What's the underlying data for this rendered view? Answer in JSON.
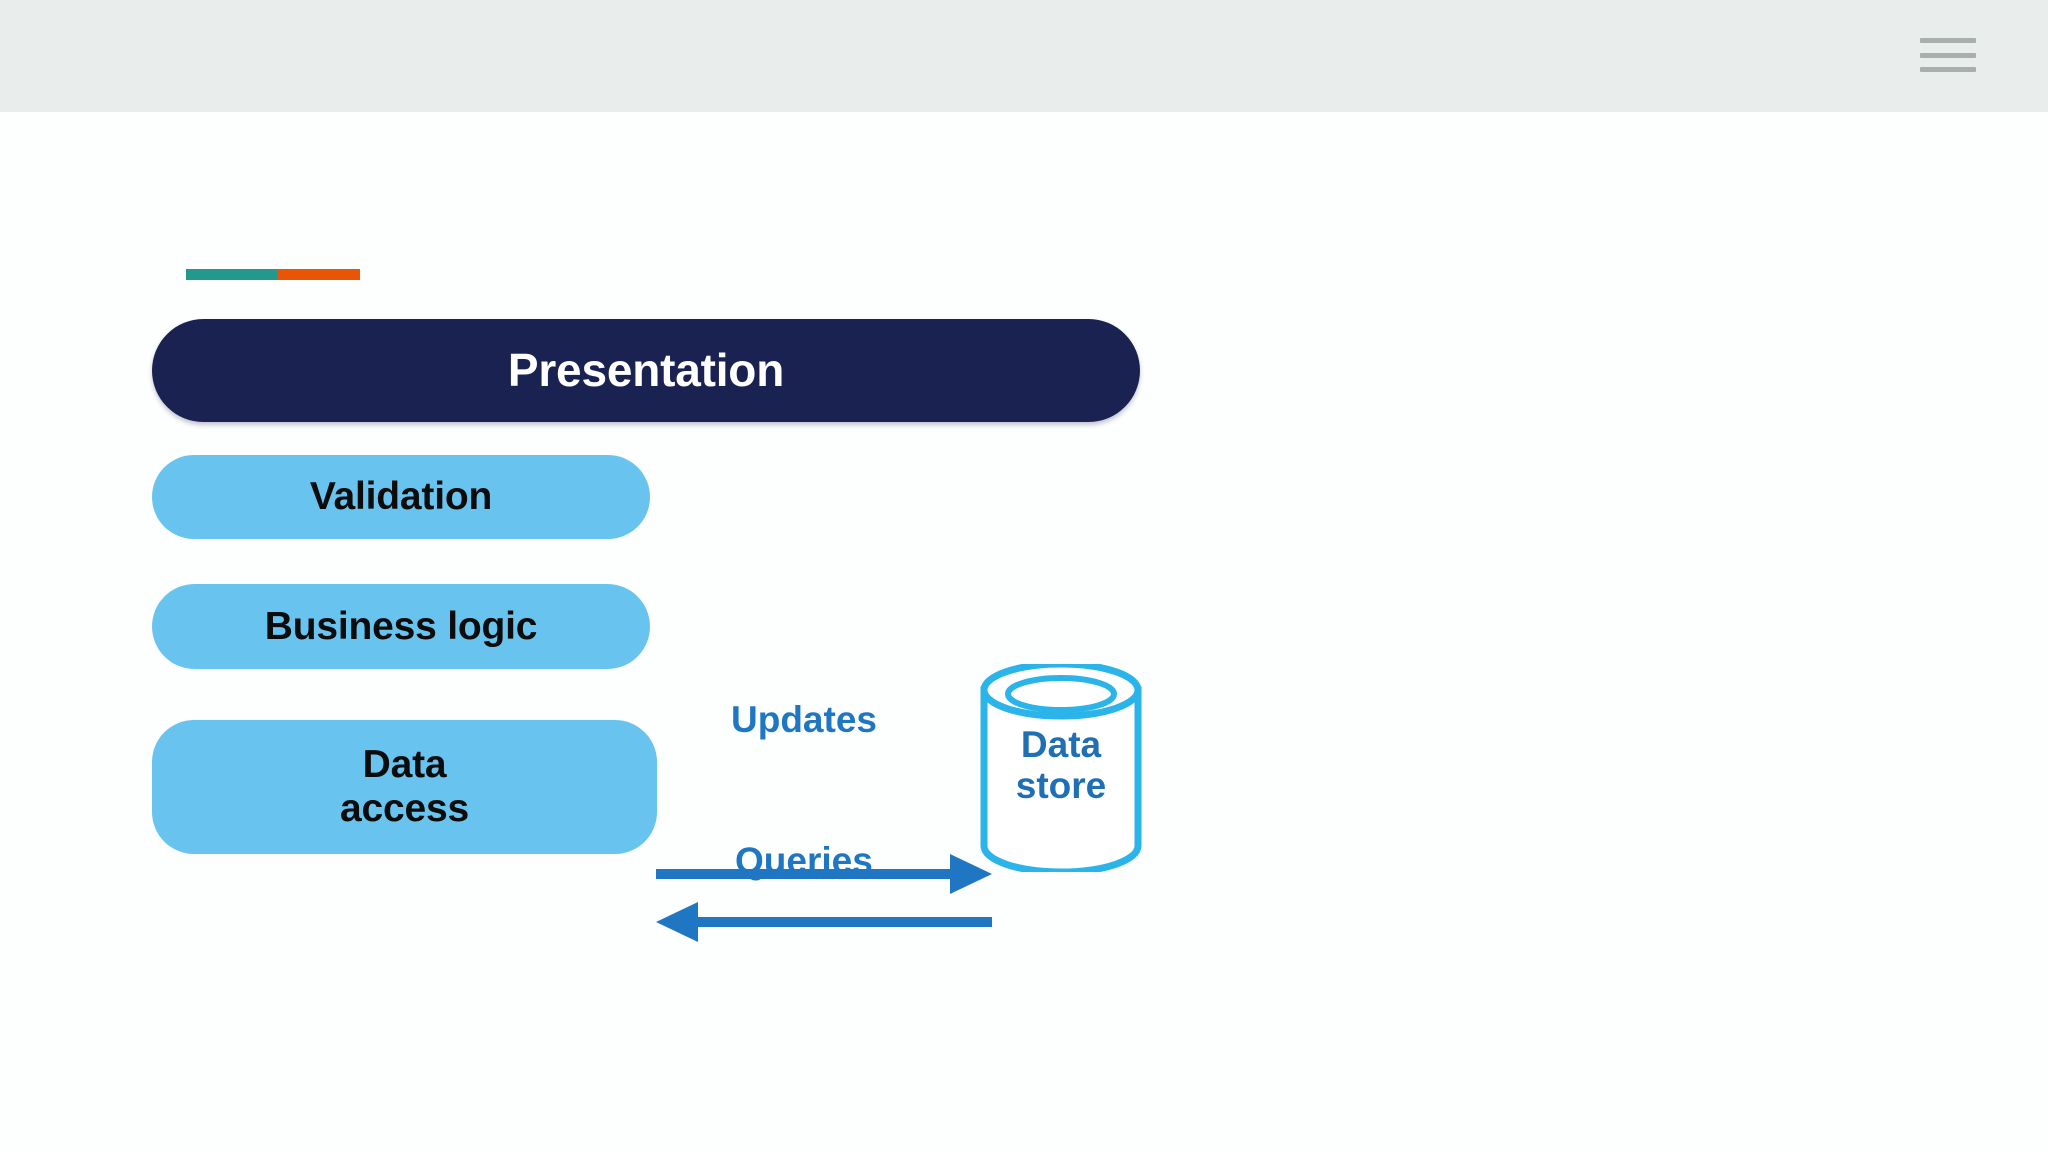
{
  "topbar": {
    "background_color": "#e9edec",
    "menu": {
      "icon": "hamburger-menu-icon",
      "line_color": "#a9aeae",
      "line_count": 3
    }
  },
  "slide": {
    "background_color": "#fdfffe",
    "accent_rule": {
      "teal_color": "#22998c",
      "orange_color": "#e85504"
    },
    "diagram": {
      "title": "",
      "type": "layered-architecture",
      "layers": [
        {
          "id": "presentation",
          "label": "Presentation",
          "fill": "#1a2252",
          "text_color": "#ffffff"
        },
        {
          "id": "validation",
          "label": "Validation",
          "fill": "#68c4ef",
          "text_color": "#0c0c0c"
        },
        {
          "id": "business",
          "label": "Business logic",
          "fill": "#68c4ef",
          "text_color": "#0c0c0c"
        },
        {
          "id": "data-access",
          "label_line1": "Data",
          "label_line2": "access",
          "fill": "#68c4ef",
          "text_color": "#0c0c0c"
        }
      ],
      "store": {
        "id": "data-store",
        "shape": "cylinder",
        "label_line1": "Data",
        "label_line2": "store",
        "stroke_color": "#2bb4ea",
        "fill": "#ffffff",
        "text_color": "#1f6fb5"
      },
      "flows": [
        {
          "id": "updates",
          "label": "Updates",
          "from": "data-access",
          "to": "data-store",
          "direction": "right",
          "color": "#1f77c4"
        },
        {
          "id": "queries",
          "label": "Queries",
          "from": "data-store",
          "to": "data-access",
          "direction": "left",
          "color": "#1f77c4"
        }
      ]
    }
  }
}
